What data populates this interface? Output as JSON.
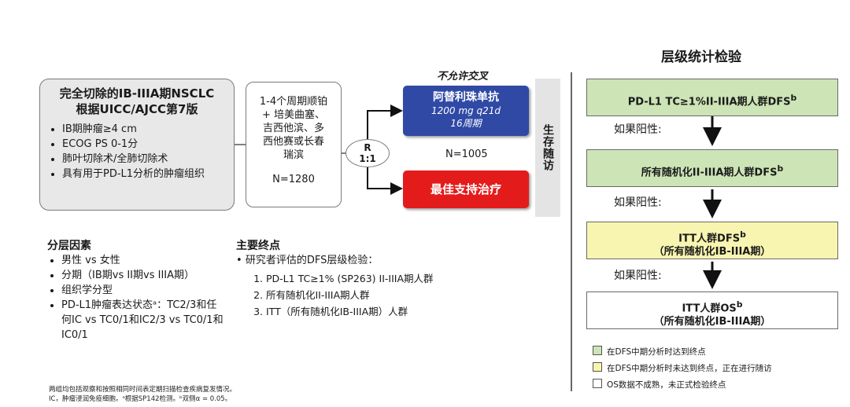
{
  "eligibility": {
    "title_line1": "完全切除的IB-IIIA期NSCLC",
    "title_line2": "根据UICC/AJCC第7版",
    "items": [
      "IB期肿瘤≥4 cm",
      "ECOG PS 0-1分",
      "肺叶切除术/全肺切除术",
      "具有用于PD-L1分析的肿瘤组织"
    ]
  },
  "regimen": {
    "lines": [
      "1-4个周期顺铂",
      "+ 培美曲塞、",
      "吉西他滨、多",
      "西他赛或长春",
      "瑞滨"
    ],
    "n": "N=1280"
  },
  "randomization": {
    "line1": "R",
    "line2": "1:1"
  },
  "arms": {
    "no_crossover": "不允许交叉",
    "arm1": {
      "name": "阿替利珠单抗",
      "dose": "1200 mg q21d",
      "duration": "16周期"
    },
    "n": "N=1005",
    "arm2": {
      "name": "最佳支持治疗"
    }
  },
  "followup": "生存随访",
  "hierarchy": {
    "title": "层级统计检验",
    "boxes": [
      {
        "line1": "PD-L1 TC≥1%II-IIIA期人群DFS",
        "sup": "b",
        "line2": ""
      },
      {
        "line1": "所有随机化II-IIIA期人群DFS",
        "sup": "b",
        "line2": ""
      },
      {
        "line1": "ITT人群DFS",
        "sup": "b",
        "line2": "（所有随机化IB-IIIA期）"
      },
      {
        "line1": "ITT人群OS",
        "sup": "b",
        "line2": "（所有随机化IB-IIIA期）"
      }
    ],
    "if_positive": "如果阳性:",
    "legend": [
      {
        "color": "#cde4b6",
        "label": "在DFS中期分析时达到终点"
      },
      {
        "color": "#f8f5b0",
        "label": "在DFS中期分析时未达到终点，正在进行随访"
      },
      {
        "color": "#ffffff",
        "label": "OS数据不成熟，未正式检验终点"
      }
    ]
  },
  "stratification": {
    "title": "分层因素",
    "items": [
      "男性 vs 女性",
      "分期（IB期vs II期vs IIIA期）",
      "组织学分型",
      "PD-L1肿瘤表达状态ᵃ：TC2/3和任何IC vs TC0/1和IC2/3 vs TC0/1和IC0/1"
    ]
  },
  "endpoints": {
    "title": "主要终点",
    "lead": "研究者评估的DFS层级检验：",
    "items": [
      "PD-L1 TC≥1% (SP263) II-IIIA期人群",
      "所有随机化II-IIIA期人群",
      "ITT（所有随机化IB-IIIA期）人群"
    ]
  },
  "footnote": {
    "line1": "两组均包括观察和按照相同时间表定期扫描检查疾病复发情况。",
    "line2": "IC，肿瘤浸润免疫细胞。ᵃ根据SP142检测。ᵇ双侧α = 0.05。"
  }
}
